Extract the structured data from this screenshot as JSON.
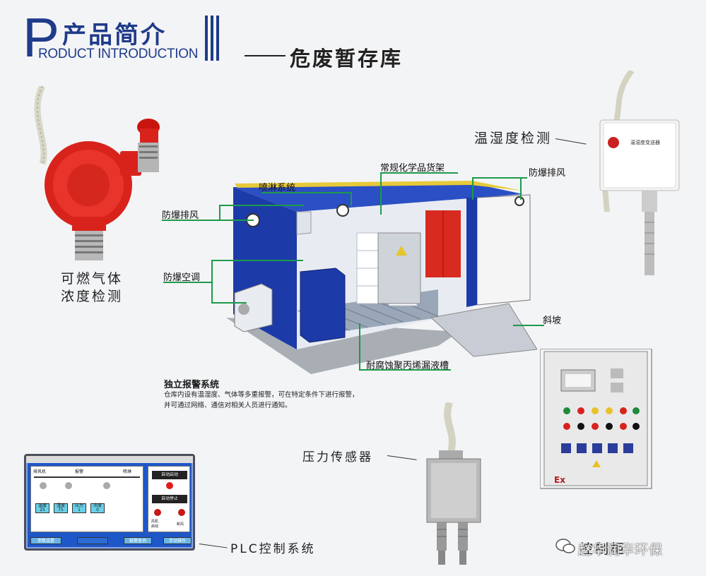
{
  "header": {
    "logo_letter": "P",
    "title_cn": "产品简介",
    "title_en": "RODUCT INTRODUCTION",
    "subtitle": "危废暂存库"
  },
  "labels": {
    "gas_detector_1": "可燃气体",
    "gas_detector_2": "浓度检测",
    "temp_humidity": "温湿度检测",
    "spray": "喷淋系统",
    "shelf": "常规化学品货架",
    "fan_left": "防爆排风",
    "fan_right": "防爆排风",
    "aircon": "防爆空调",
    "ramp": "斜坡",
    "tank": "耐腐蚀聚丙烯漏液槽",
    "pressure": "压力传感器",
    "plc": "PLC控制系统",
    "panel": "控制柜"
  },
  "alarm": {
    "title": "独立报警系统",
    "line1": "仓库内设有温湿度、气体等多重报警，可在特定条件下进行报警，",
    "line2": "并可通过网络、通信对相关人员进行通知。"
  },
  "plc_screen": {
    "header_left": "排风机",
    "header_mid": "报警",
    "header_right": "喷淋",
    "cells": [
      "温度",
      "湿度",
      "压力",
      "浓度"
    ],
    "cell_values": [
      "25",
      "75",
      "1",
      "0"
    ],
    "btn_auto_start": "自动启动",
    "btn_auto_stop": "自动停止",
    "ind_left": "风机\n启动",
    "ind_right": "新风",
    "bottom": [
      "参数设置",
      "",
      "报警查询",
      "手动操作"
    ]
  },
  "device_text": {
    "sensor_label": "温湿度变送器",
    "panel_ex": "Ex"
  },
  "watermark": "赵华润华环保",
  "colors": {
    "brand_blue": "#1f3b8a",
    "lead_green": "#1d9a4a",
    "detector_red": "#d8231c",
    "room_blue": "#1c3aa8"
  }
}
